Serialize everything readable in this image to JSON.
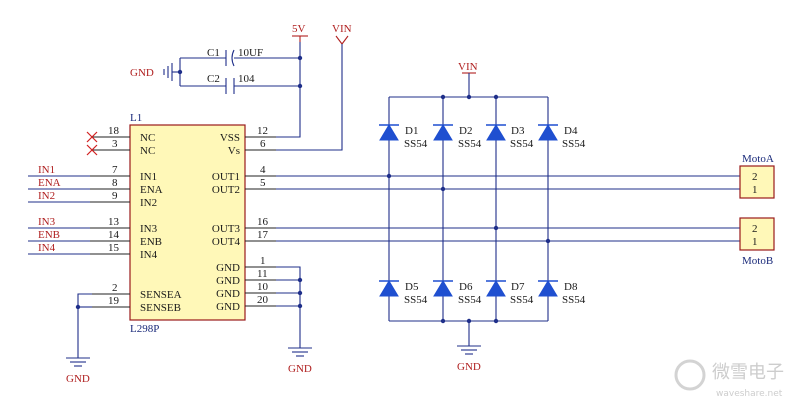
{
  "power": {
    "v5": "5V",
    "vin_top": "VIN",
    "vin_bridge": "VIN",
    "gnd_left": "GND"
  },
  "caps": [
    {
      "ref": "C1",
      "value": "10UF"
    },
    {
      "ref": "C2",
      "value": "104"
    }
  ],
  "chip": {
    "ref": "L1",
    "part": "L298P",
    "left_pins": [
      {
        "num": "18",
        "name": "NC"
      },
      {
        "num": "3",
        "name": "NC"
      },
      {
        "num": "7",
        "name": "IN1"
      },
      {
        "num": "8",
        "name": "ENA"
      },
      {
        "num": "9",
        "name": "IN2"
      },
      {
        "num": "13",
        "name": "IN3"
      },
      {
        "num": "14",
        "name": "ENB"
      },
      {
        "num": "15",
        "name": "IN4"
      },
      {
        "num": "2",
        "name": "SENSEA"
      },
      {
        "num": "19",
        "name": "SENSEB"
      }
    ],
    "right_pins": [
      {
        "num": "12",
        "name": "VSS"
      },
      {
        "num": "6",
        "name": "Vs"
      },
      {
        "num": "4",
        "name": "OUT1"
      },
      {
        "num": "5",
        "name": "OUT2"
      },
      {
        "num": "16",
        "name": "OUT3"
      },
      {
        "num": "17",
        "name": "OUT4"
      },
      {
        "num": "1",
        "name": "GND"
      },
      {
        "num": "11",
        "name": "GND"
      },
      {
        "num": "10",
        "name": "GND"
      },
      {
        "num": "20",
        "name": "GND"
      }
    ]
  },
  "net_labels": [
    "IN1",
    "ENA",
    "IN2",
    "IN3",
    "ENB",
    "IN4"
  ],
  "diodes": [
    {
      "ref": "D1",
      "part": "SS54"
    },
    {
      "ref": "D2",
      "part": "SS54"
    },
    {
      "ref": "D3",
      "part": "SS54"
    },
    {
      "ref": "D4",
      "part": "SS54"
    },
    {
      "ref": "D5",
      "part": "SS54"
    },
    {
      "ref": "D6",
      "part": "SS54"
    },
    {
      "ref": "D7",
      "part": "SS54"
    },
    {
      "ref": "D8",
      "part": "SS54"
    }
  ],
  "connectors": [
    {
      "ref": "MotoA",
      "pins": [
        "2",
        "1"
      ]
    },
    {
      "ref": "MotoB",
      "pins": [
        "2",
        "1"
      ]
    }
  ],
  "grounds": {
    "chip_sense": "GND",
    "chip_gnd": "GND",
    "bridge": "GND"
  },
  "watermark": {
    "brand": "微雪电子",
    "site": "waveshare.net"
  },
  "colors": {
    "wire": "#1f2f8a",
    "red_wire": "#b02020",
    "chip_fill": "#fff8b8",
    "diode": "#1f4fd0"
  }
}
